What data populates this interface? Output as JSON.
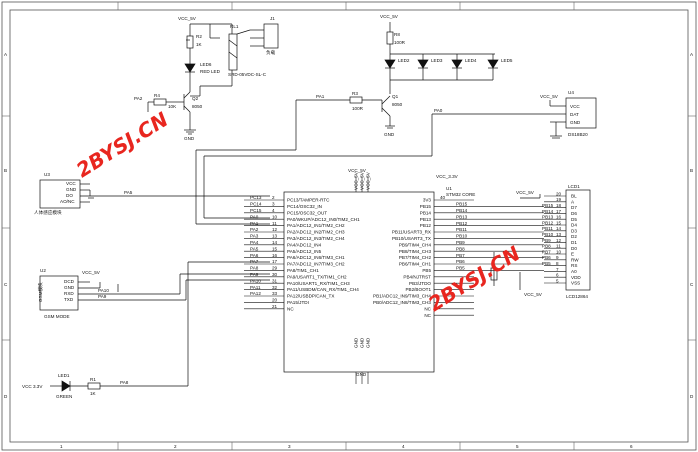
{
  "frame": {
    "col_labels": [
      "1",
      "2",
      "3",
      "4",
      "5",
      "6"
    ],
    "row_labels": [
      "A",
      "B",
      "C",
      "D"
    ]
  },
  "watermark": {
    "text": "2BYSJ.CN"
  },
  "nets": {
    "vcc5v_top_relay": "VCC_5V",
    "vcc5v_led_bus": "VCC_5V",
    "vcc5v_u4": "VCC_5V",
    "vcc5v_mcu": "VCC_5V",
    "vcc33_mcu": "VCC_3.3V",
    "vcc5v_gsm": "VCC_5V",
    "vcc5v_lcd": "VCC_5V",
    "vcc5v_lcd_bottom": "VCC_5V",
    "vcc33_led": "VCC 3.3V",
    "pa2": "PA2",
    "pa1": "PA1",
    "pa0": "PA0",
    "pa5": "PA5",
    "pa8": "PA8",
    "gnd": "GND"
  },
  "relay": {
    "r2_ref": "R2",
    "r2_val": "1K",
    "led_ref": "LED6",
    "led_val": "RED LED",
    "q2_ref": "Q2",
    "q2_val": "8050",
    "k1_ref": "RL1",
    "k1_val": "SRD-05VDC-SL-C",
    "r4_ref": "R4",
    "r4_val": "10K",
    "j1_ref": "J1",
    "j1_val": "负载"
  },
  "led_group": {
    "r8_ref": "R8",
    "r8_val": "100R",
    "leds": [
      "LED2",
      "LED3",
      "LED4",
      "LED5"
    ],
    "q1_ref": "Q1",
    "q1_val": "8050",
    "r3_ref": "R3",
    "r3_val": "100R"
  },
  "u4": {
    "ref": "U4",
    "name": "DS18B20",
    "pins": [
      "VCC",
      "DAT",
      "GND"
    ]
  },
  "u3": {
    "ref": "U3",
    "name": "人体感应模块",
    "pins": [
      "VCC",
      "GND",
      "DO",
      "AO/NC"
    ]
  },
  "u2": {
    "ref": "U2",
    "name": "GSM MODE",
    "pins": [
      "DCD",
      "GND",
      "RXD",
      "TXD"
    ],
    "side": "GSM模块"
  },
  "led1": {
    "ref": "LED1",
    "val": "GREEN",
    "r_ref": "R1",
    "r_val": "1K"
  },
  "mcu": {
    "ref": "U1",
    "name": "STM32 CORE",
    "left_nums": [
      "2",
      "3",
      "4",
      "10",
      "11",
      "12",
      "13",
      "14",
      "15",
      "16",
      "17",
      "29",
      "30",
      "31",
      "32",
      "33",
      "20",
      "21"
    ],
    "left_pins": [
      "PC13/TAMPER-RTC",
      "PC14/OSC32_IN",
      "PC15/OSC32_OUT",
      "PA0/WKUP/ADC12_IN0/TIM2_CH1",
      "PA1/ADC12_IN1/TIM2_CH2",
      "PA2/ADC12_IN2/TIM2_CH3",
      "PA3/ADC12_IN3/TIM2_CH4",
      "PA4/ADC12_IN4",
      "PA5/ADC12_IN5",
      "PA6/ADC12_IN6/TIM3_CH1",
      "PA7/ADC12_IN7/TIM3_CH2",
      "PA8/TIM1_CH1",
      "PA9/USART1_TX/TIM1_CH2",
      "PA10/USART1_RX/TIM1_CH3",
      "PA11/USBDM/CAN_RX/TIM1_CH4",
      "PA12/USBDP/CAN_TX",
      "PA15/JTDI",
      "NC"
    ],
    "left_nets": [
      "PC13",
      "PC14",
      "PC15",
      "PA0",
      "PA1",
      "PA2",
      "PA3",
      "PA4",
      "PA5",
      "PA6",
      "PA7",
      "PA8",
      "PA9",
      "PA10",
      "PA11",
      "PA12",
      "",
      ""
    ],
    "right_nums": [
      "40",
      "",
      "",
      "",
      "",
      "",
      "",
      "",
      "",
      "",
      "",
      "",
      "",
      "",
      "",
      "",
      "",
      "",
      ""
    ],
    "right_pins": [
      "3V3",
      "PB15",
      "PB14",
      "PB13",
      "PB12",
      "PB11/USART3_RX",
      "PB10/USART3_TX",
      "PB9/TIM4_CH4",
      "PB8/TIM4_CH3",
      "PB7/TIM4_CH2",
      "PB6/TIM4_CH1",
      "PB5",
      "PB4/NJTRST",
      "PB3/JTDO",
      "PB2/BOOT1",
      "PB1/ADC12_IN9/TIM3_CH4",
      "PB0/ADC12_IN8/TIM3_CH3",
      "NC",
      "NC"
    ],
    "right_nets": [
      "",
      "PB15",
      "PB14",
      "PB13",
      "PB12",
      "PB11",
      "PB10",
      "PB9",
      "PB8",
      "PB7",
      "PB6",
      "PB5",
      "",
      "",
      "",
      "",
      "",
      "",
      ""
    ],
    "top_pins": [
      "VCC_5V",
      "VCC_5V",
      "VCC_5V"
    ],
    "bot_pins": [
      "GND",
      "GND",
      "GND"
    ]
  },
  "lcd": {
    "ref": "LCD1",
    "name": "LCD12864",
    "pins": [
      "BL",
      "A",
      "D7",
      "D6",
      "D5",
      "D4",
      "D3",
      "D2",
      "D1",
      "D0",
      "E",
      "RW",
      "RS",
      "A0",
      "VDD",
      "VSS"
    ],
    "nets": [
      "",
      "",
      "PB15",
      "PB14",
      "PB13",
      "PB12",
      "PB11",
      "PB10",
      "PB9",
      "PB8",
      "PB7",
      "PB6",
      "PB5",
      "",
      "",
      ""
    ],
    "nums": [
      "20",
      "19",
      "18",
      "17",
      "16",
      "15",
      "14",
      "13",
      "12",
      "11",
      "10",
      "9",
      "8",
      "7",
      "6",
      "5"
    ]
  },
  "labels": {
    "dat_net": "PA0",
    "pa1_net": "PA1",
    "pa5_net": "PA5",
    "pa2_net": "PA2",
    "txd_net": "PA10",
    "rxd_net": "PA9"
  }
}
